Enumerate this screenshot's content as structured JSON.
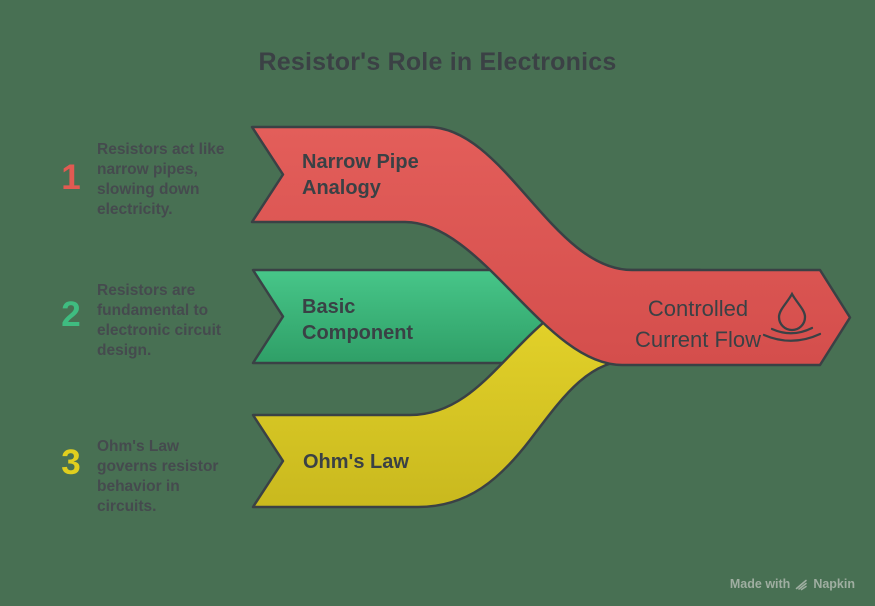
{
  "title": "Resistor's Role in Electronics",
  "colors": {
    "background": "#487053",
    "outline": "#3A4145",
    "red_top": "#E35E5A",
    "red_bottom": "#D44E4C",
    "green_top": "#47C689",
    "green_bottom": "#2F9F67",
    "yellow_top": "#E8D62C",
    "yellow_bottom": "#C9B91E",
    "number_1": "#E25A52",
    "number_2": "#3FBC80",
    "number_3": "#E0CE1E",
    "label_text": "#3A4145",
    "watermark_text": "#9FAEA1"
  },
  "steps": [
    {
      "number": "1",
      "description": "Resistors act like narrow pipes, slowing down electricity.",
      "label": "Narrow Pipe Analogy"
    },
    {
      "number": "2",
      "description": "Resistors are fundamental to electronic circuit design.",
      "label": "Basic Component"
    },
    {
      "number": "3",
      "description": "Ohm's Law governs resistor behavior in circuits.",
      "label": "Ohm's Law"
    }
  ],
  "result": {
    "label": "Controlled Current Flow",
    "icon": "water-drop-icon"
  },
  "watermark": {
    "prefix": "Made with",
    "brand": "Napkin"
  }
}
